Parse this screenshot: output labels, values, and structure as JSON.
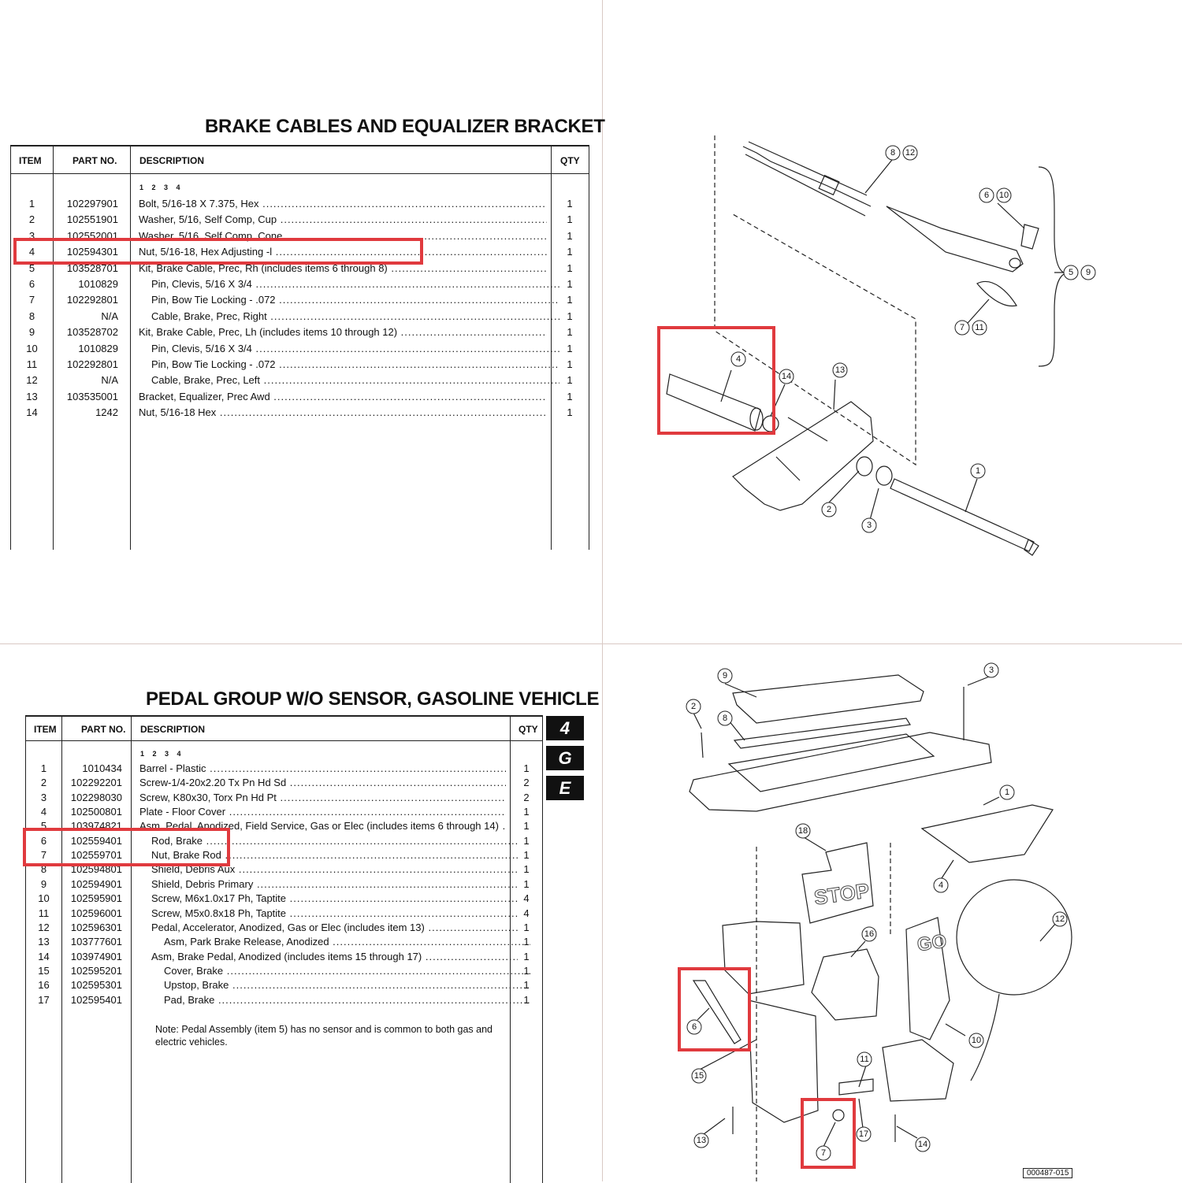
{
  "section1": {
    "title": "BRAKE CABLES AND EQUALIZER BRACKET",
    "headers": {
      "item": "ITEM",
      "part": "PART NO.",
      "desc": "DESCRIPTION",
      "qty": "QTY"
    },
    "levels": "1 2 3 4",
    "rows": [
      {
        "item": "1",
        "part": "102297901",
        "desc": "Bolt, 5/16-18 X 7.375, Hex",
        "qty": "1"
      },
      {
        "item": "2",
        "part": "102551901",
        "desc": "Washer, 5/16, Self Comp, Cup",
        "qty": "1"
      },
      {
        "item": "3",
        "part": "102552001",
        "desc": "Washer, 5/16, Self Comp, Cone",
        "qty": "1"
      },
      {
        "item": "4",
        "part": "102594301",
        "desc": "Nut, 5/16-18, Hex Adjusting -l",
        "qty": "1"
      },
      {
        "item": "5",
        "part": "103528701",
        "desc": "Kit, Brake Cable, Prec, Rh (includes items 6 through 8)",
        "qty": "1"
      },
      {
        "item": "6",
        "part": "1010829",
        "desc": "Pin, Clevis, 5/16 X 3/4",
        "qty": "1"
      },
      {
        "item": "7",
        "part": "102292801",
        "desc": "Pin, Bow Tie Locking - .072",
        "qty": "1"
      },
      {
        "item": "8",
        "part": "N/A",
        "desc": "Cable, Brake, Prec, Right",
        "qty": "1"
      },
      {
        "item": "9",
        "part": "103528702",
        "desc": "Kit, Brake Cable, Prec, Lh (includes items 10 through 12)",
        "qty": "1"
      },
      {
        "item": "10",
        "part": "1010829",
        "desc": "Pin, Clevis, 5/16 X 3/4",
        "qty": "1"
      },
      {
        "item": "11",
        "part": "102292801",
        "desc": "Pin, Bow Tie Locking - .072",
        "qty": "1"
      },
      {
        "item": "12",
        "part": "N/A",
        "desc": "Cable, Brake, Prec, Left",
        "qty": "1"
      },
      {
        "item": "13",
        "part": "103535001",
        "desc": "Bracket, Equalizer, Prec Awd",
        "qty": "1"
      },
      {
        "item": "14",
        "part": "1242",
        "desc": "Nut, 5/16-18 Hex",
        "qty": "1"
      }
    ],
    "callouts": [
      "4",
      "14",
      "13",
      "8",
      "12",
      "6",
      "10",
      "5",
      "9",
      "7",
      "11",
      "2",
      "3",
      "1"
    ]
  },
  "section2": {
    "title": "PEDAL GROUP W/O SENSOR, GASOLINE VEHICLE",
    "headers": {
      "item": "ITEM",
      "part": "PART NO.",
      "desc": "DESCRIPTION",
      "qty": "QTY"
    },
    "levels": "1 2 3 4",
    "rows": [
      {
        "item": "1",
        "part": "1010434",
        "desc": "Barrel - Plastic",
        "qty": "1"
      },
      {
        "item": "2",
        "part": "102292201",
        "desc": "Screw-1/4-20x2.20 Tx Pn Hd Sd",
        "qty": "2"
      },
      {
        "item": "3",
        "part": "102298030",
        "desc": "Screw, K80x30, Torx Pn Hd Pt",
        "qty": "2"
      },
      {
        "item": "4",
        "part": "102500801",
        "desc": "Plate - Floor Cover",
        "qty": "1"
      },
      {
        "item": "5",
        "part": "103974821",
        "desc": "Asm, Pedal, Anodized, Field Service, Gas or Elec (includes items 6 through 14)",
        "qty": "1"
      },
      {
        "item": "6",
        "part": "102559401",
        "desc": "Rod, Brake",
        "qty": "1"
      },
      {
        "item": "7",
        "part": "102559701",
        "desc": "Nut, Brake Rod",
        "qty": "1"
      },
      {
        "item": "8",
        "part": "102594801",
        "desc": "Shield, Debris Aux",
        "qty": "1"
      },
      {
        "item": "9",
        "part": "102594901",
        "desc": "Shield, Debris Primary",
        "qty": "1"
      },
      {
        "item": "10",
        "part": "102595901",
        "desc": "Screw, M6x1.0x17 Ph, Taptite",
        "qty": "4"
      },
      {
        "item": "11",
        "part": "102596001",
        "desc": "Screw, M5x0.8x18 Ph, Taptite",
        "qty": "4"
      },
      {
        "item": "12",
        "part": "102596301",
        "desc": "Pedal, Accelerator, Anodized, Gas or Elec (includes item 13)",
        "qty": "1"
      },
      {
        "item": "13",
        "part": "103777601",
        "desc": "Asm, Park Brake Release, Anodized",
        "qty": "1"
      },
      {
        "item": "14",
        "part": "103974901",
        "desc": "Asm, Brake Pedal, Anodized (includes items 15 through 17)",
        "qty": "1"
      },
      {
        "item": "15",
        "part": "102595201",
        "desc": "Cover, Brake",
        "qty": "1"
      },
      {
        "item": "16",
        "part": "102595301",
        "desc": "Upstop, Brake",
        "qty": "1"
      },
      {
        "item": "17",
        "part": "102595401",
        "desc": "Pad, Brake",
        "qty": "1"
      }
    ],
    "note": "Note: Pedal Assembly (item 5) has no sensor and is common to both gas and electric vehicles.",
    "tabs": [
      "4",
      "G",
      "E"
    ],
    "stop_label": "STOP",
    "go_label": "GO",
    "callouts": [
      "9",
      "3",
      "2",
      "8",
      "1",
      "18",
      "4",
      "12",
      "16",
      "6",
      "15",
      "11",
      "10",
      "13",
      "7",
      "17",
      "14"
    ],
    "ref_code": "000487-015"
  },
  "colors": {
    "highlight": "#e03a3e",
    "divider": "#d9c9c4",
    "ink": "#111111"
  }
}
